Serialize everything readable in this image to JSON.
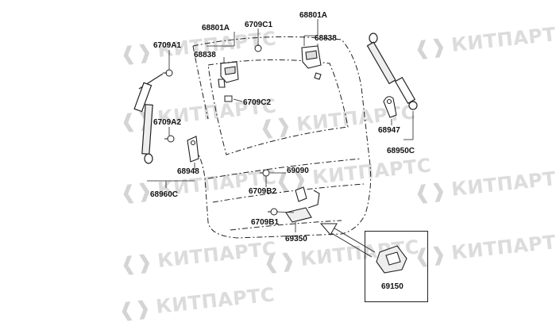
{
  "watermark": {
    "text": "КИТПАРТС",
    "icon": "kitparts-logo-icon"
  },
  "parts": {
    "p6709A1": "6709A1",
    "p68838_left": "68838",
    "p68801A_left": "68801A",
    "p6709C1": "6709C1",
    "p68801A_right": "68801A",
    "p68838_right": "68838",
    "p6709C2": "6709C2",
    "p6709A2": "6709A2",
    "p68948": "68948",
    "p68960C": "68960C",
    "p68947": "68947",
    "p68950C": "68950C",
    "p69090": "69090",
    "p6709B2": "6709B2",
    "p6709B1": "6709B1",
    "p69350": "69350",
    "p69150": "69150"
  }
}
